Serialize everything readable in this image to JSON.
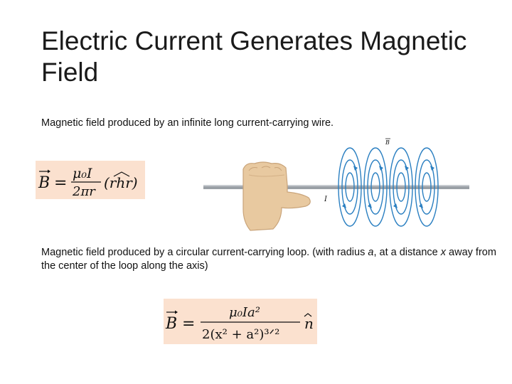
{
  "slide": {
    "title": "Electric Current Generates Magnetic Field",
    "wire_caption": "Magnetic field produced by an infinite long current-carrying wire.",
    "loop_caption_part1": "Magnetic field produced by a circular current-carrying loop. (with radius ",
    "loop_caption_a": "a",
    "loop_caption_part2": ", at a distance ",
    "loop_caption_x": "x",
    "loop_caption_part3": " away from the center of the loop along the axis)"
  },
  "equation_wire": {
    "lhs": "B",
    "equals": "=",
    "numerator": "μ₀I",
    "denominator": "2πr",
    "direction": "(rhr)"
  },
  "equation_loop": {
    "lhs": "B",
    "equals": "=",
    "numerator": "μ₀Ia²",
    "denominator": "2(x² + a²)³ᐟ²",
    "unit_vector": "n"
  },
  "figure": {
    "field_label": "B",
    "current_label": "I",
    "colors": {
      "field_lines": "#2a7fc1",
      "wire": "#8a8f96",
      "hand": "#e8c9a0",
      "equation_bg": "#fbe1cf"
    }
  }
}
